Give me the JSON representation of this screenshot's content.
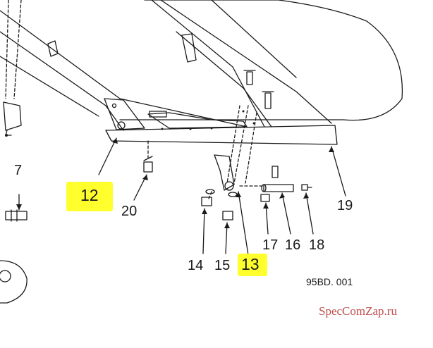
{
  "callouts": {
    "c7": "7",
    "c12": "12",
    "c13": "13",
    "c14": "14",
    "c15": "15",
    "c16": "16",
    "c17": "17",
    "c18": "18",
    "c19": "19",
    "c20": "20"
  },
  "drawing_code": "95BD. 001",
  "watermark": "SpecComZap.ru",
  "colors": {
    "line": "#1a1a1a",
    "highlight": "#ffff2e",
    "watermark": "#c0504d"
  }
}
